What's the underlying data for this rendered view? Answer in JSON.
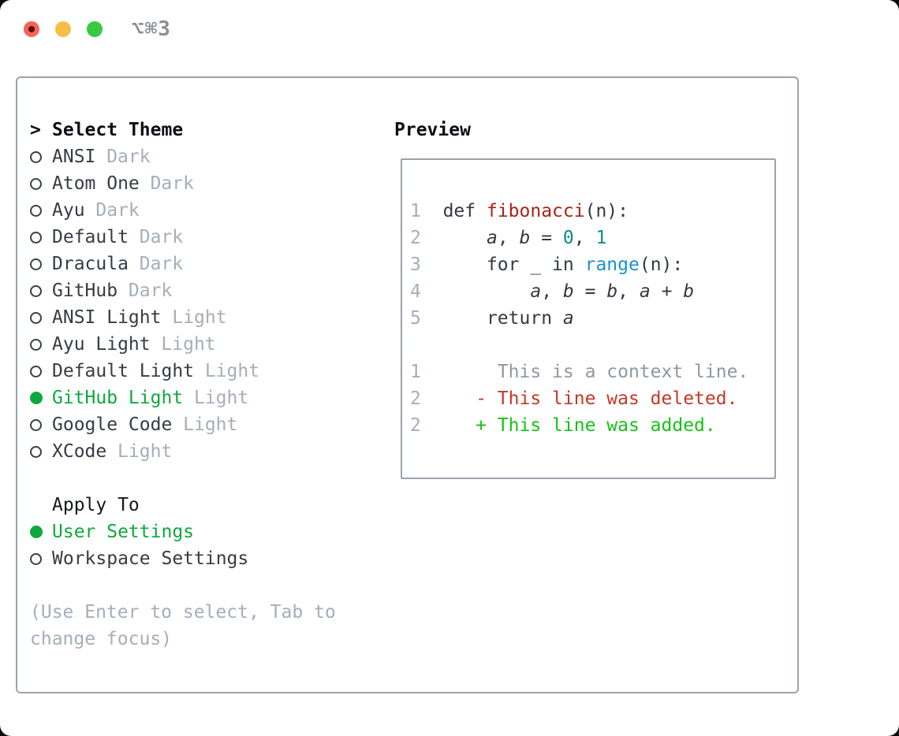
{
  "window": {
    "titlebar": {
      "shortcut_label": "⌥⌘3",
      "traffic_lights": [
        "close",
        "minimize",
        "zoom"
      ]
    }
  },
  "colors": {
    "selection_green": "#0fa83c",
    "addition_green": "#17c117",
    "deletion_red": "#c23a28",
    "function_red": "#a8231a",
    "number_teal": "#0b8a8a",
    "builtin_blue": "#1793cf",
    "muted_gray": "#a5aeb9",
    "text_dark": "#343a41",
    "border_gray": "#9aa3ae"
  },
  "theme_panel": {
    "header": {
      "marker": ">",
      "label": "Select Theme"
    },
    "themes": [
      {
        "name": "ANSI",
        "variant": "Dark",
        "selected": false
      },
      {
        "name": "Atom One",
        "variant": "Dark",
        "selected": false
      },
      {
        "name": "Ayu",
        "variant": "Dark",
        "selected": false
      },
      {
        "name": "Default",
        "variant": "Dark",
        "selected": false
      },
      {
        "name": "Dracula",
        "variant": "Dark",
        "selected": false
      },
      {
        "name": "GitHub",
        "variant": "Dark",
        "selected": false
      },
      {
        "name": "ANSI Light",
        "variant": "Light",
        "selected": false
      },
      {
        "name": "Ayu Light",
        "variant": "Light",
        "selected": false
      },
      {
        "name": "Default Light",
        "variant": "Light",
        "selected": false
      },
      {
        "name": "GitHub Light",
        "variant": "Light",
        "selected": true
      },
      {
        "name": "Google Code",
        "variant": "Light",
        "selected": false
      },
      {
        "name": "XCode",
        "variant": "Light",
        "selected": false
      }
    ],
    "apply_to": {
      "label": "Apply To",
      "options": [
        {
          "name": "User Settings",
          "selected": true
        },
        {
          "name": "Workspace Settings",
          "selected": false
        }
      ]
    },
    "help_lines": [
      "(Use Enter to select, Tab to",
      "change focus)"
    ]
  },
  "preview": {
    "label": "Preview",
    "lines": [
      {
        "type": "code",
        "num": "1",
        "segs": [
          [
            "  ",
            "p"
          ],
          [
            "def",
            "k"
          ],
          [
            " ",
            "p"
          ],
          [
            "fibonacci",
            "fn"
          ],
          [
            "(n):",
            "p"
          ]
        ]
      },
      {
        "type": "code",
        "num": "2",
        "segs": [
          [
            "      ",
            "p"
          ],
          [
            "a",
            "v"
          ],
          [
            ", ",
            "p"
          ],
          [
            "b",
            "v"
          ],
          [
            " = ",
            "p"
          ],
          [
            "0",
            "n"
          ],
          [
            ", ",
            "p"
          ],
          [
            "1",
            "n"
          ]
        ]
      },
      {
        "type": "code",
        "num": "3",
        "segs": [
          [
            "      ",
            "p"
          ],
          [
            "for",
            "k"
          ],
          [
            " _ ",
            "p"
          ],
          [
            "in",
            "k"
          ],
          [
            " ",
            "p"
          ],
          [
            "range",
            "b"
          ],
          [
            "(n):",
            "p"
          ]
        ]
      },
      {
        "type": "code",
        "num": "4",
        "segs": [
          [
            "          ",
            "p"
          ],
          [
            "a",
            "v"
          ],
          [
            ", ",
            "p"
          ],
          [
            "b",
            "v"
          ],
          [
            " = ",
            "p"
          ],
          [
            "b",
            "v"
          ],
          [
            ", ",
            "p"
          ],
          [
            "a",
            "v"
          ],
          [
            " + ",
            "p"
          ],
          [
            "b",
            "v"
          ]
        ]
      },
      {
        "type": "code",
        "num": "5",
        "segs": [
          [
            "      ",
            "p"
          ],
          [
            "return",
            "k"
          ],
          [
            " ",
            "p"
          ],
          [
            "a",
            "v"
          ]
        ]
      },
      {
        "type": "blank"
      },
      {
        "type": "context",
        "num": "1",
        "segs": [
          [
            "       This is a context line.",
            "ctx"
          ]
        ]
      },
      {
        "type": "deletion",
        "num": "2",
        "segs": [
          [
            "     - This line was deleted.",
            "del"
          ]
        ]
      },
      {
        "type": "addition",
        "num": "2",
        "segs": [
          [
            "     + This line was added.",
            "add"
          ]
        ]
      }
    ]
  }
}
